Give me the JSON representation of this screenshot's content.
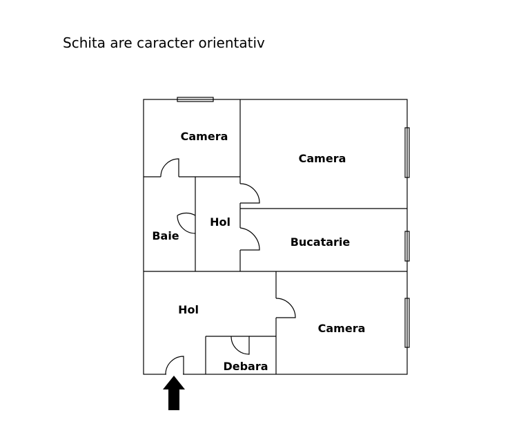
{
  "title": "Schita are caracter orientativ",
  "rooms": {
    "camera_top_left": "Camera",
    "camera_top_right": "Camera",
    "baie": "Baie",
    "hol_upper": "Hol",
    "bucatarie": "Bucatarie",
    "hol_lower": "Hol",
    "camera_bottom_right": "Camera",
    "debara": "Debara"
  },
  "colors": {
    "line": "#000000",
    "background": "#ffffff"
  },
  "icons": [
    "entrance-arrow-icon",
    "door-icon",
    "window-icon"
  ]
}
